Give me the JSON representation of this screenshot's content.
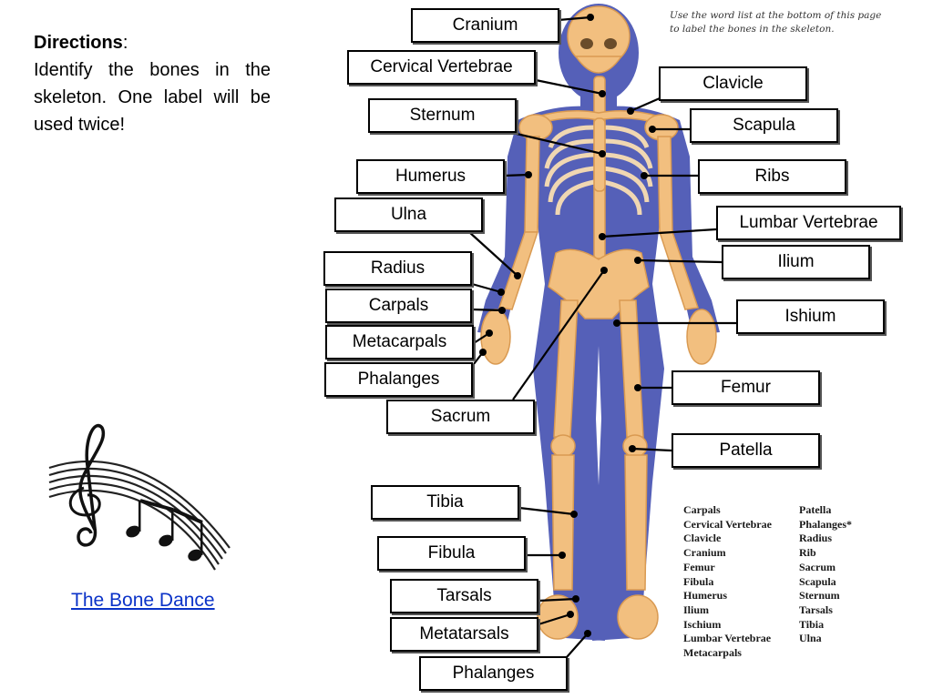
{
  "directions": {
    "title": "Directions",
    "body": "Identify the bones in the skeleton.  One label will be used twice!"
  },
  "instruction": "Use the word list at the bottom of this page to label the bones in the skeleton.",
  "labels": [
    {
      "text": "Cranium"
    },
    {
      "text": "Cervical Vertebrae"
    },
    {
      "text": "Clavicle"
    },
    {
      "text": "Sternum"
    },
    {
      "text": "Scapula"
    },
    {
      "text": "Humerus"
    },
    {
      "text": "Ribs"
    },
    {
      "text": "Ulna"
    },
    {
      "text": "Lumbar Vertebrae"
    },
    {
      "text": "Radius"
    },
    {
      "text": "Ilium"
    },
    {
      "text": "Carpals"
    },
    {
      "text": "Ishium"
    },
    {
      "text": "Metacarpals"
    },
    {
      "text": "Phalanges"
    },
    {
      "text": "Femur"
    },
    {
      "text": "Sacrum"
    },
    {
      "text": "Patella"
    },
    {
      "text": "Tibia"
    },
    {
      "text": "Fibula"
    },
    {
      "text": "Tarsals"
    },
    {
      "text": "Metatarsals"
    },
    {
      "text": "Phalanges"
    }
  ],
  "word_list": {
    "col1": [
      "Carpals",
      "Cervical Vertebrae",
      "Clavicle",
      "Cranium",
      "Femur",
      "Fibula",
      "Humerus",
      "Ilium",
      "Ischium",
      "Lumbar Vertebrae",
      "Metacarpals"
    ],
    "col2": [
      "Patella",
      "Phalanges*",
      "Radius",
      "Rib",
      "Sacrum",
      "Scapula",
      "Sternum",
      "Tarsals",
      "Tibia",
      "Ulna"
    ]
  },
  "link": {
    "text": "The Bone Dance"
  },
  "colors": {
    "body": "#5560b8",
    "bone": "#f2bf7f",
    "bone_dark": "#d99a52",
    "link": "#0b33c8"
  }
}
